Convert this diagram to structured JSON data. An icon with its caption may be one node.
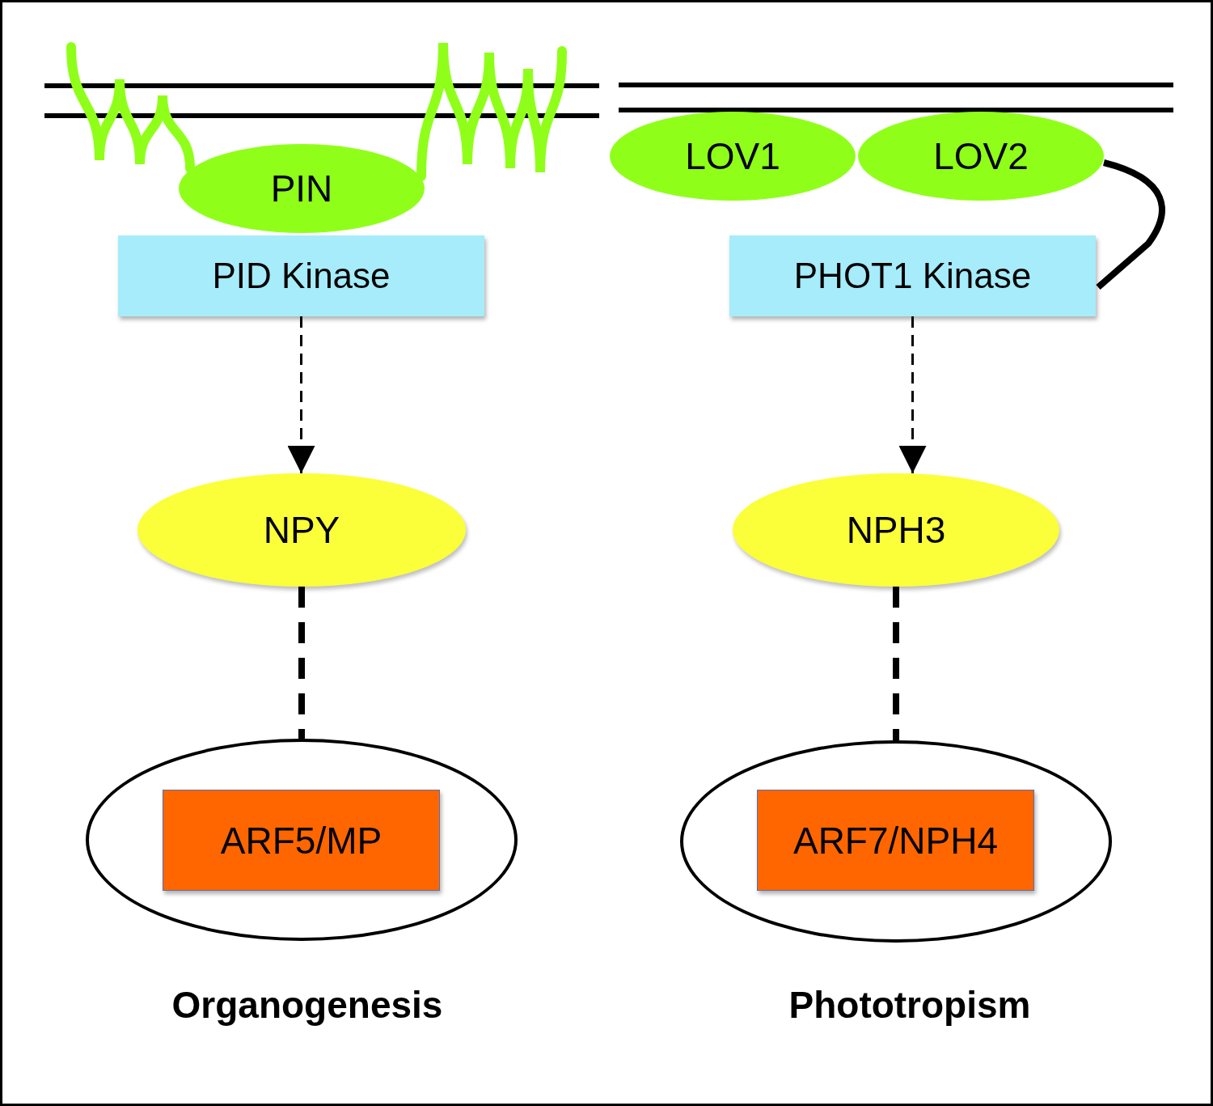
{
  "diagram": {
    "nodes": [
      {
        "text": [
          "PIN"
        ]
      },
      {
        "text": [
          "PID Kinase"
        ]
      },
      {
        "text": [
          "NPY"
        ]
      },
      {
        "text": [],
        "shape": "circle"
      },
      {
        "text": [
          "ARF5/MP"
        ],
        "in": 3
      },
      {
        "text": [
          "LOV1"
        ]
      },
      {
        "text": [
          "LOV2"
        ]
      },
      {
        "text": [
          "PHOT1 Kinase"
        ]
      },
      {
        "text": [
          "NPH3"
        ]
      },
      {
        "text": [],
        "shape": "circle"
      },
      {
        "text": [
          "ARF7/NPH4"
        ],
        "in": 9
      }
    ],
    "edges": [
      {
        "from": 1,
        "to": 2,
        "arrow": "to",
        "style": "dashed"
      },
      {
        "from": 2,
        "to": 3,
        "arrow": "none",
        "style": "dashed"
      },
      {
        "from": 6,
        "to": 7,
        "arrow": "none"
      },
      {
        "from": 7,
        "to": 8,
        "arrow": "to",
        "style": "dashed"
      },
      {
        "from": 8,
        "to": 9,
        "arrow": "none",
        "style": "dashed"
      }
    ],
    "labels": [
      "Organogenesis",
      "Phototropism"
    ]
  }
}
